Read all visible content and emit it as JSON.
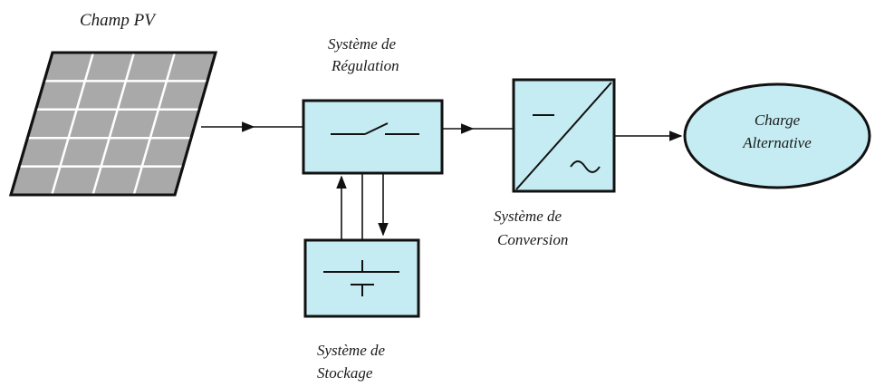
{
  "diagram": {
    "pv_field": {
      "label": "Champ PV"
    },
    "regulation": {
      "label_line1": "Système de",
      "label_line2": "Régulation"
    },
    "conversion": {
      "label_line1": "Système de",
      "label_line2": "Conversion"
    },
    "storage": {
      "label_line1": "Système de",
      "label_line2": "Stockage"
    },
    "load": {
      "label_line1": "Charge",
      "label_line2": "Alternative"
    }
  },
  "colors": {
    "block_fill": "#c4ecf2",
    "panel_cell": "#a9a9a9",
    "panel_grid": "#ffffff",
    "stroke": "#111111"
  }
}
